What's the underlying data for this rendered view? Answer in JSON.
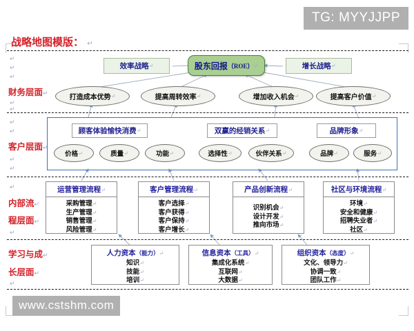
{
  "document": {
    "title": "战略地图模版：",
    "watermark_top": "TG: MYYJJPP",
    "watermark_bottom": "www.cstshm.com",
    "title_color": "#d3232a",
    "accent_blue": "#1f1f9a",
    "roe_green": "#a9cf92",
    "panel_border": "#3f6fb5"
  },
  "layer_labels": {
    "financial": "财务层面",
    "customer": "客户层面",
    "internal_line1": "内部流",
    "internal_line2": "程层面",
    "learning_line1": "学习与成",
    "learning_line2": "长层面"
  },
  "strategy": {
    "efficiency": "效率战略",
    "growth": "增长战略",
    "roe_main": "股东回报",
    "roe_sub": "（ROE）"
  },
  "financial_objectives": [
    "打造成本优势",
    "提高周转效率",
    "增加收入机会",
    "提高客户价值"
  ],
  "customer_propositions": [
    "顾客体验愉快消费",
    "双赢的经销关系",
    "品牌形象"
  ],
  "customer_attributes": [
    "价格",
    "质量",
    "功能",
    "选择性",
    "伙伴关系",
    "品牌",
    "服务"
  ],
  "internal_processes": [
    {
      "title": "运营管理流程",
      "items": [
        "采购管理",
        "生产管理",
        "销售管理",
        "风险管理"
      ]
    },
    {
      "title": "客户管理流程",
      "items": [
        "客户选择",
        "客户获得",
        "客户保持",
        "客户增长"
      ]
    },
    {
      "title": "产品创新流程",
      "items": [
        "识别机会",
        "设计开发",
        "推向市场"
      ]
    },
    {
      "title": "社区与环境流程",
      "items": [
        "环境",
        "安全和健康",
        "招聘失业者",
        "社区"
      ]
    }
  ],
  "learning_growth": [
    {
      "title": "人力资本",
      "paren": "（能力）",
      "items": [
        "知识",
        "技能",
        "培训"
      ]
    },
    {
      "title": "信息资本",
      "paren": "（工具）",
      "items": [
        "集成化系统",
        "互联网",
        "大数据"
      ]
    },
    {
      "title": "组织资本",
      "paren": "（态度）",
      "items": [
        "文化、领导力",
        "协调一致",
        "团队工作"
      ]
    }
  ]
}
